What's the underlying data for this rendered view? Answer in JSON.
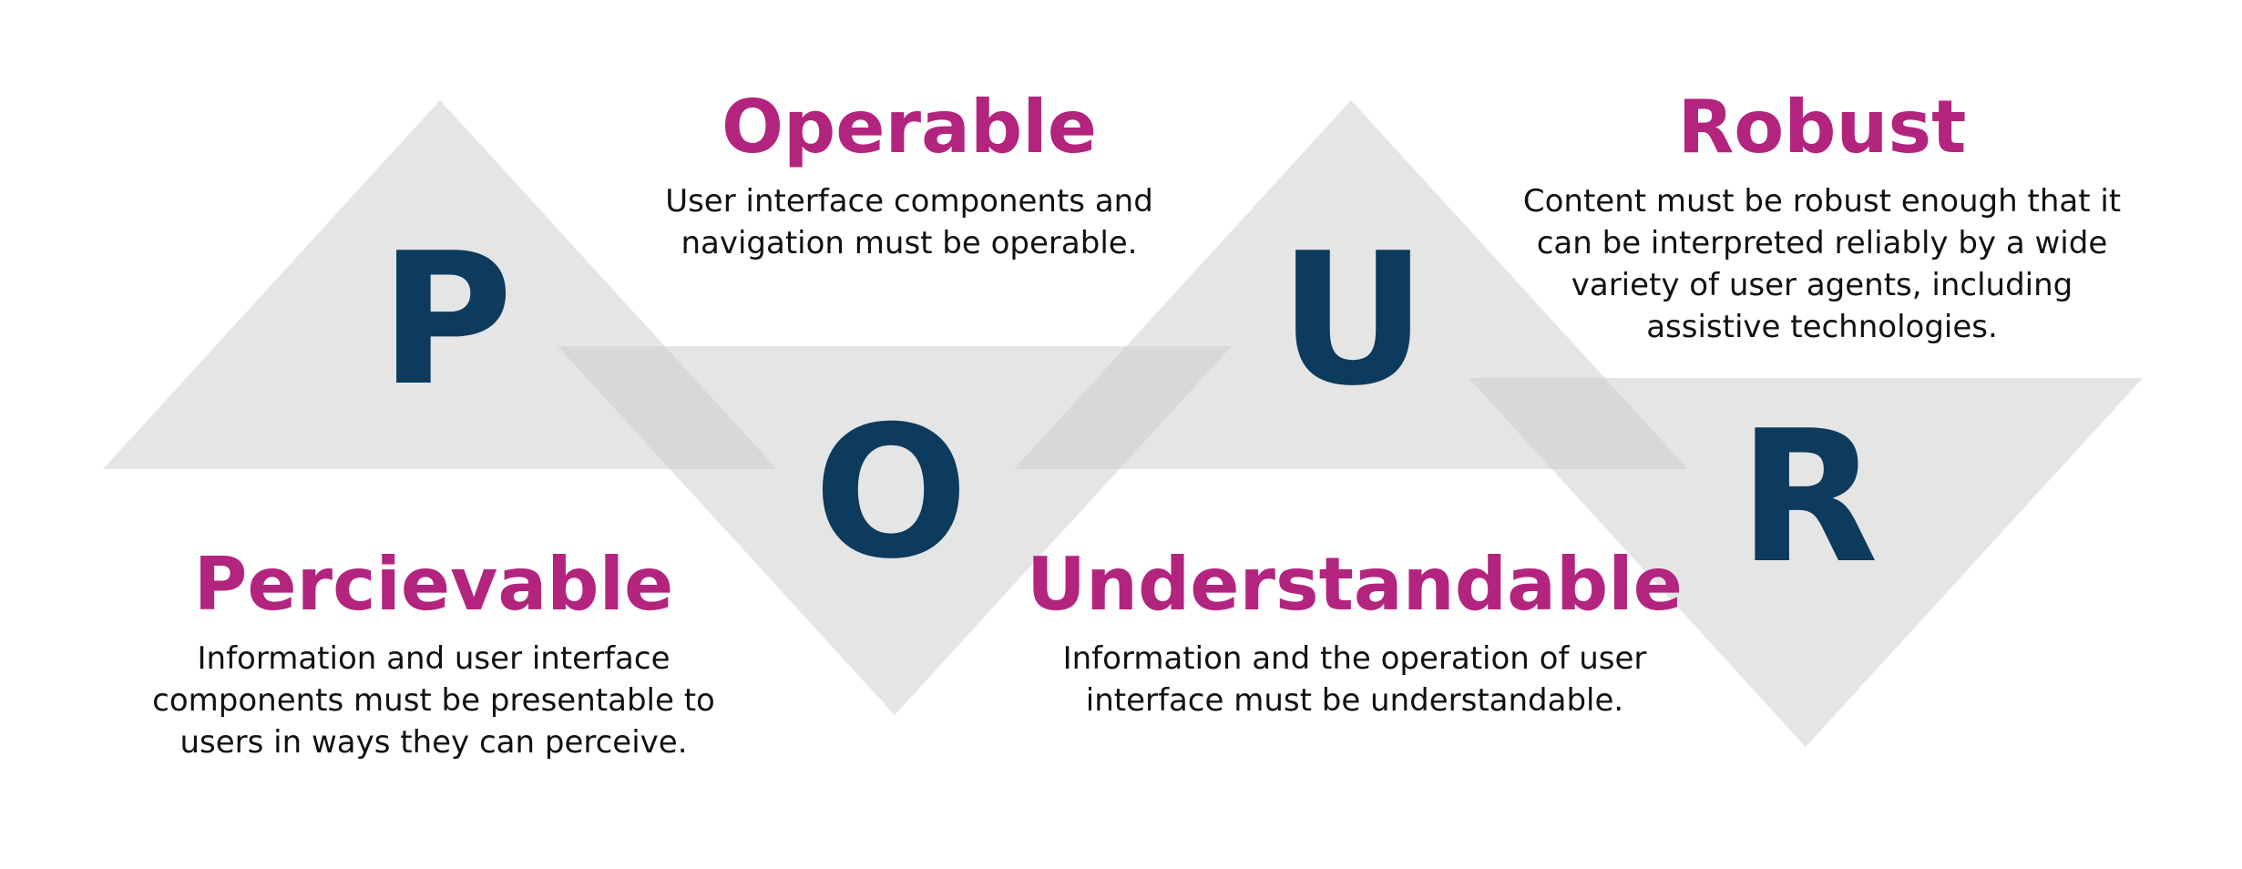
{
  "colors": {
    "heading": "#b3247f",
    "letter": "#0d3b5e",
    "triangle": "#cccccc",
    "description": "#111111"
  },
  "principles": [
    {
      "letter": "P",
      "title": "Percievable",
      "description_lines": [
        "Information and user interface",
        "components must be presentable to",
        "users in ways they can perceive."
      ]
    },
    {
      "letter": "O",
      "title": "Operable",
      "description_lines": [
        "User interface components and",
        "navigation must be operable."
      ]
    },
    {
      "letter": "U",
      "title": "Understandable",
      "description_lines": [
        "Information and the operation of user",
        "interface must be understandable."
      ]
    },
    {
      "letter": "R",
      "title": "Robust",
      "description_lines": [
        "Content must be robust enough that it",
        "can be interpreted reliably by a wide",
        "variety of user agents, including",
        "assistive technologies."
      ]
    }
  ]
}
